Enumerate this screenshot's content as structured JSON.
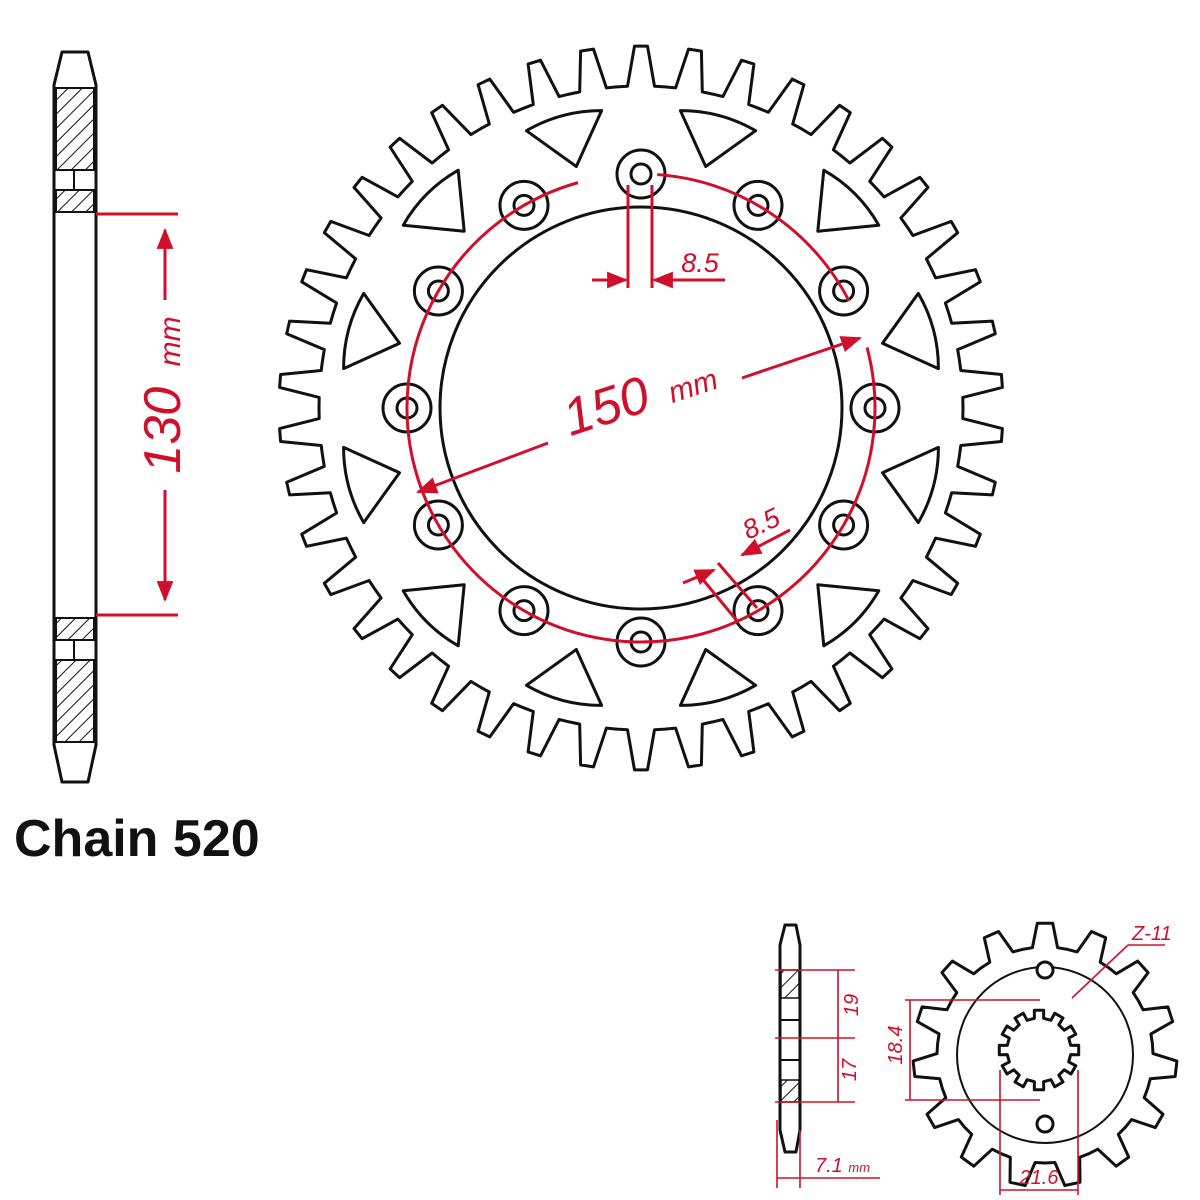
{
  "rear_sprocket": {
    "dimensions": {
      "hub_height_value": "130",
      "hub_height_unit": "mm",
      "bolt_circle_value": "150",
      "bolt_circle_unit": "mm",
      "hole_diameter_top": "8.5",
      "hole_diameter_bottom": "8.5"
    }
  },
  "caption": {
    "chain": "Chain 520"
  },
  "front_sprocket": {
    "dimensions": {
      "upper": "19",
      "lower": "17",
      "thickness_value": "7.1",
      "thickness_unit": "mm",
      "spline_height": "18.4",
      "spline_width": "21.6",
      "teeth_label": "Z-11"
    }
  },
  "colors": {
    "line": "#111111",
    "dimension": "#d0102a",
    "background": "#ffffff"
  }
}
